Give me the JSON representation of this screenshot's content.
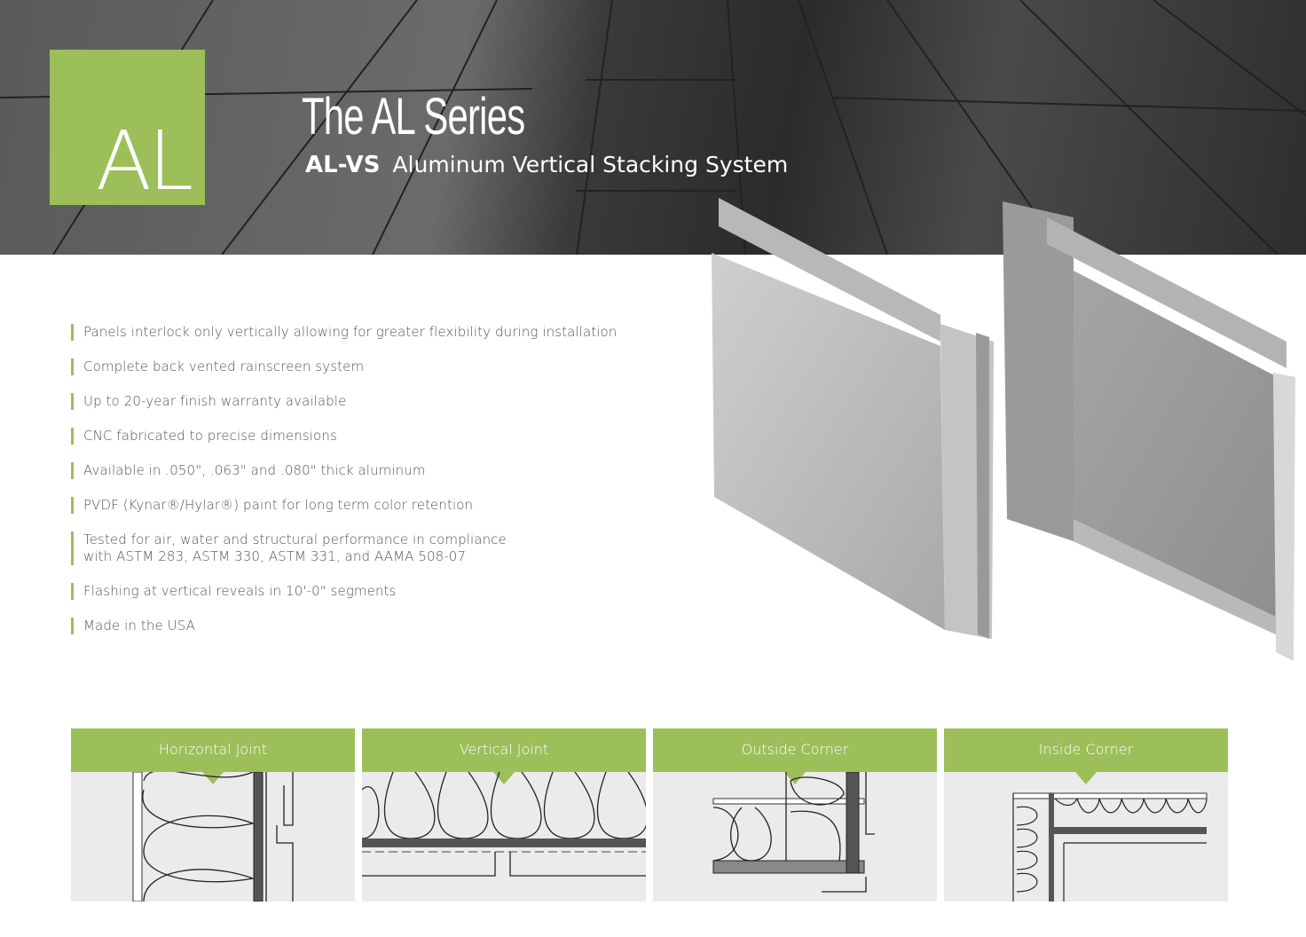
{
  "header": {
    "logo_text": "AL",
    "title": "The AL Series",
    "product_code": "AL-VS",
    "product_name": "Aluminum Vertical Stacking System"
  },
  "features": [
    "Panels interlock only vertically allowing for greater flexibility during installation",
    "Complete back vented rainscreen system",
    "Up to 20-year finish warranty available",
    "CNC fabricated to precise dimensions",
    "Available in .050\", .063\" and .080\" thick aluminum",
    "PVDF (Kynar®/Hylar®) paint for long term color retention",
    "Tested for air, water and structural performance in compliance with ASTM 283, ASTM 330, ASTM 331, and AAMA 508-07",
    "Flashing at vertical reveals in 10'-0\" segments",
    "Made in the USA"
  ],
  "details": [
    {
      "label": "Horizontal Joint"
    },
    {
      "label": "Vertical Joint"
    },
    {
      "label": "Outside Corner"
    },
    {
      "label": "Inside Corner"
    }
  ],
  "colors": {
    "accent": "#9cbf5a"
  }
}
